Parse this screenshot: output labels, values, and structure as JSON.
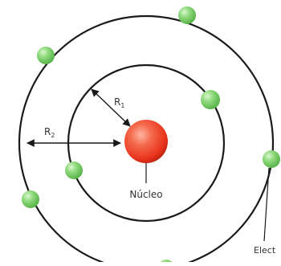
{
  "diagram": {
    "labels": {
      "r1": "R",
      "r1_sub": "1",
      "r2": "R",
      "r2_sub": "2",
      "nucleus": "Núcleo",
      "electron": "Elect"
    },
    "colors": {
      "orbit": "#1a1a1a",
      "nucleus_core": "#e9341d",
      "nucleus_highlight": "#ffb6a3",
      "electron_core": "#5fc34f",
      "electron_highlight": "#c9f0bb",
      "label_text": "#333333"
    }
  }
}
